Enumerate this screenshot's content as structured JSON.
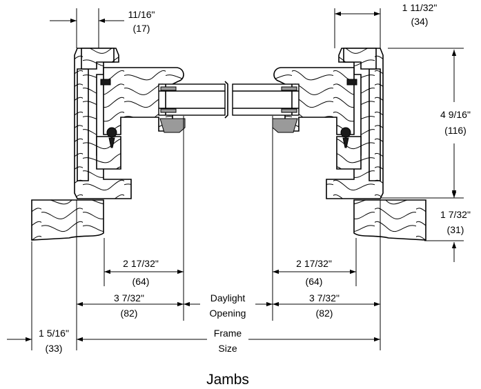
{
  "title": "Jambs",
  "dimensions": {
    "top_left": {
      "frac": "11/16\"",
      "mm": "(17)"
    },
    "top_right": {
      "frac": "1 11/32\"",
      "mm": "(34)"
    },
    "right_height": {
      "frac": "4 9/16\"",
      "mm": "(116)"
    },
    "right_sill": {
      "frac": "1 7/32\"",
      "mm": "(31)"
    },
    "sash_left": {
      "frac": "2 17/32\"",
      "mm": "(64)"
    },
    "sash_right": {
      "frac": "2 17/32\"",
      "mm": "(64)"
    },
    "frame_left": {
      "frac": "3 7/32\"",
      "mm": "(82)"
    },
    "frame_right": {
      "frac": "3 7/32\"",
      "mm": "(82)"
    },
    "daylight": {
      "line1": "Daylight",
      "line2": "Opening"
    },
    "bottom_left": {
      "frac": "1 5/16\"",
      "mm": "(33)"
    },
    "frame_size": {
      "line1": "Frame",
      "line2": "Size"
    }
  }
}
